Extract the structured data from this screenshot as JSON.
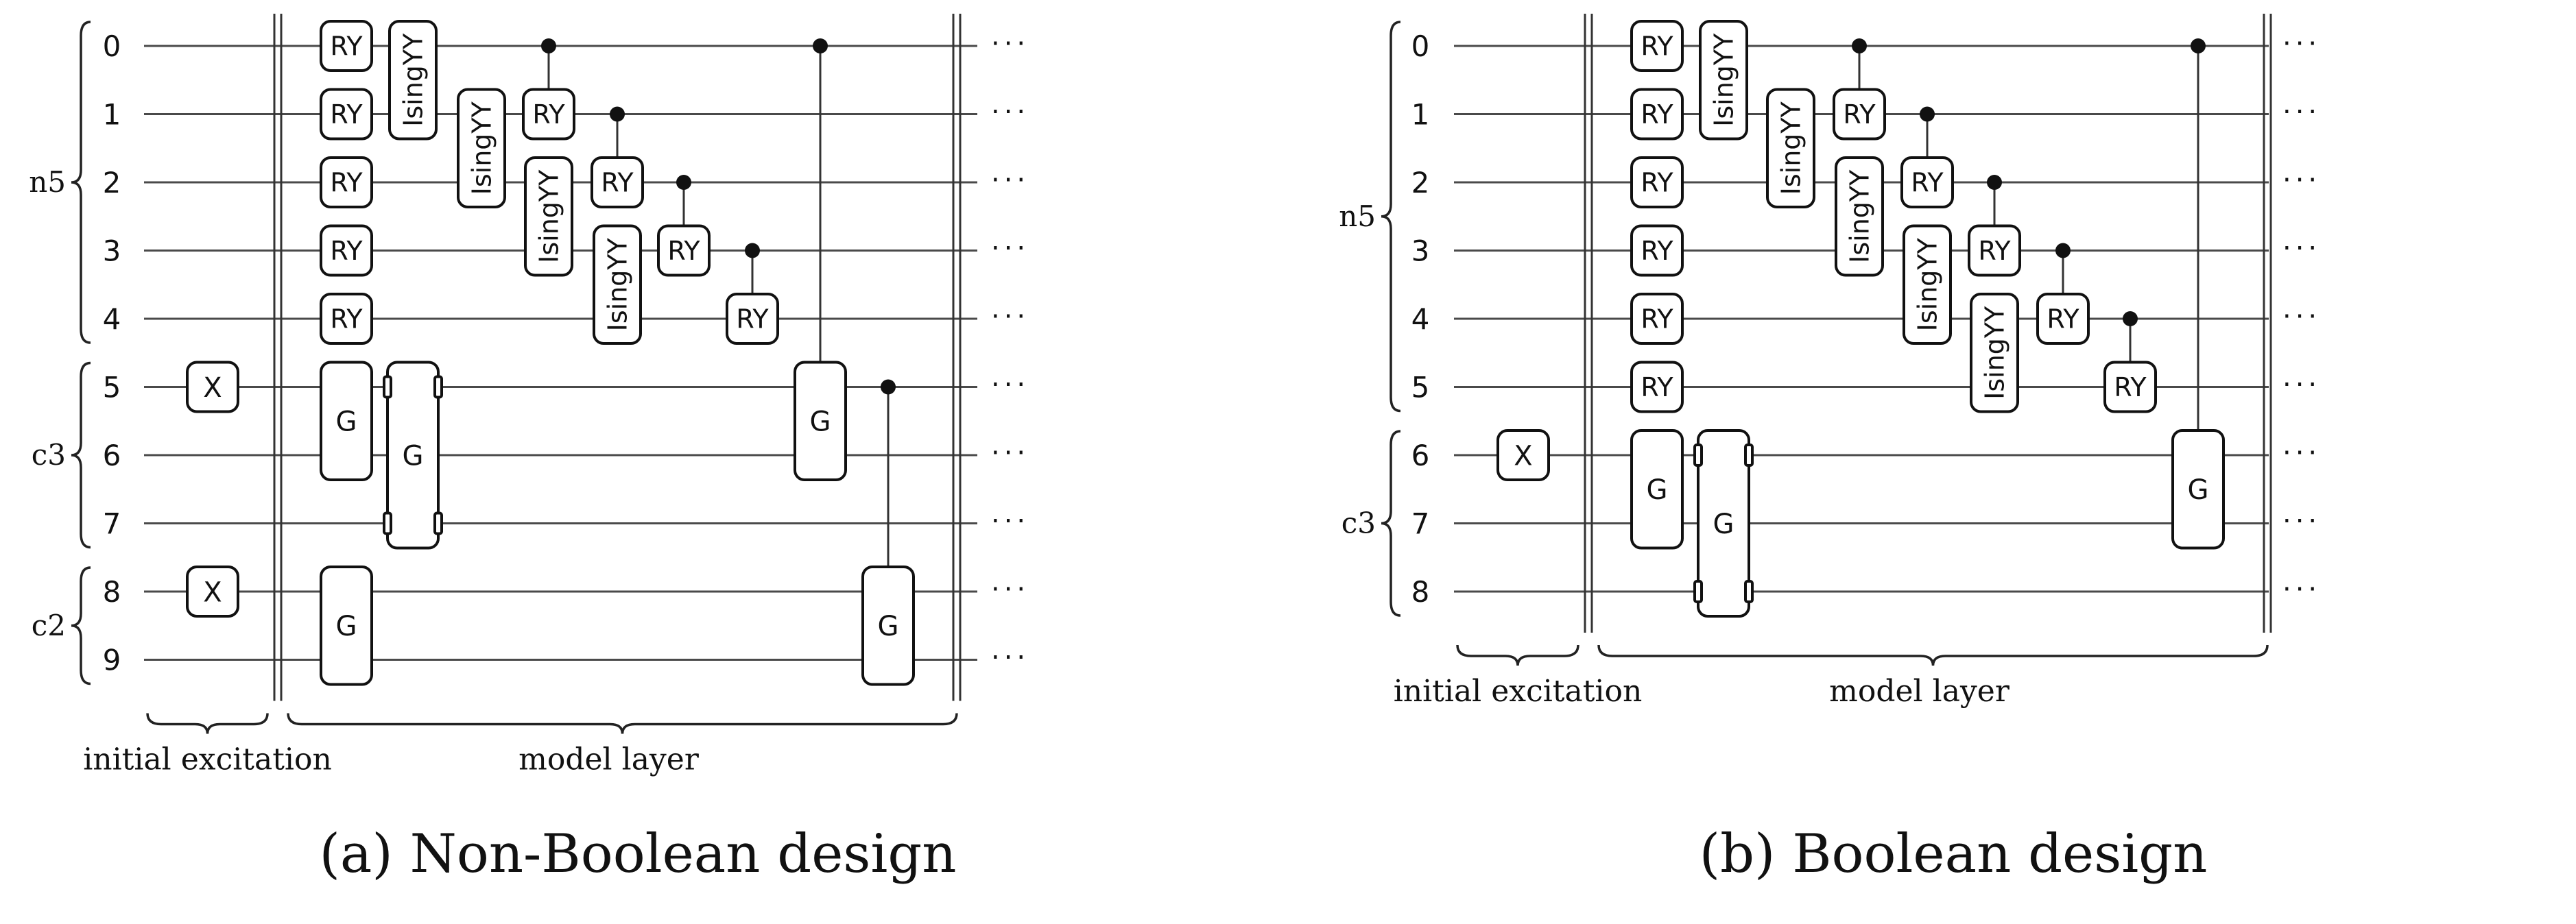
{
  "panels": [
    {
      "id": "a",
      "caption": "(a) Non-Boolean design",
      "wires": [
        "0",
        "1",
        "2",
        "3",
        "4",
        "5",
        "6",
        "7",
        "8",
        "9"
      ],
      "registers": [
        {
          "label": "n5",
          "from": 0,
          "to": 4
        },
        {
          "label": "c3",
          "from": 5,
          "to": 7
        },
        {
          "label": "c2",
          "from": 8,
          "to": 9
        }
      ],
      "init_gates": [
        {
          "label": "X",
          "wire": 5
        },
        {
          "label": "X",
          "wire": 8
        }
      ],
      "gates": [
        {
          "label": "RY",
          "col": 0,
          "from": 0,
          "to": 0
        },
        {
          "label": "RY",
          "col": 0,
          "from": 1,
          "to": 1
        },
        {
          "label": "RY",
          "col": 0,
          "from": 2,
          "to": 2
        },
        {
          "label": "RY",
          "col": 0,
          "from": 3,
          "to": 3
        },
        {
          "label": "RY",
          "col": 0,
          "from": 4,
          "to": 4
        },
        {
          "label": "G",
          "col": 0,
          "from": 5,
          "to": 6
        },
        {
          "label": "G",
          "col": 0,
          "from": 8,
          "to": 9
        },
        {
          "label": "IsingYY",
          "col": 1,
          "from": 0,
          "to": 1,
          "rotated": true
        },
        {
          "label": "G",
          "col": 1,
          "from": 5,
          "to": 7,
          "side_ports": [
            5,
            7
          ]
        },
        {
          "label": "IsingYY",
          "col": 2,
          "from": 1,
          "to": 2,
          "rotated": true
        },
        {
          "label": "IsingYY",
          "col": 3,
          "from": 2,
          "to": 3,
          "rotated": true
        },
        {
          "label": "RY",
          "col": 3,
          "from": 1,
          "to": 1,
          "control": 0,
          "offset": 1
        },
        {
          "label": "IsingYY",
          "col": 4,
          "from": 3,
          "to": 4,
          "rotated": true
        },
        {
          "label": "RY",
          "col": 4,
          "from": 2,
          "to": 2,
          "control": 1,
          "offset": 1
        },
        {
          "label": "RY",
          "col": 5,
          "from": 3,
          "to": 3,
          "control": 2,
          "offset": 1
        },
        {
          "label": "RY",
          "col": 6,
          "from": 4,
          "to": 4,
          "control": 3,
          "offset": 1
        },
        {
          "label": "G",
          "col": 7,
          "from": 5,
          "to": 6,
          "control": 0
        },
        {
          "label": "G",
          "col": 8,
          "from": 8,
          "to": 9,
          "control": 5
        }
      ],
      "section_labels": {
        "init": "initial excitation",
        "model": "model layer"
      },
      "continuation": "···"
    },
    {
      "id": "b",
      "caption": "(b) Boolean design",
      "wires": [
        "0",
        "1",
        "2",
        "3",
        "4",
        "5",
        "6",
        "7",
        "8"
      ],
      "registers": [
        {
          "label": "n5",
          "from": 0,
          "to": 5
        },
        {
          "label": "c3",
          "from": 6,
          "to": 8
        }
      ],
      "init_gates": [
        {
          "label": "X",
          "wire": 6
        }
      ],
      "gates": [
        {
          "label": "RY",
          "col": 0,
          "from": 0,
          "to": 0
        },
        {
          "label": "RY",
          "col": 0,
          "from": 1,
          "to": 1
        },
        {
          "label": "RY",
          "col": 0,
          "from": 2,
          "to": 2
        },
        {
          "label": "RY",
          "col": 0,
          "from": 3,
          "to": 3
        },
        {
          "label": "RY",
          "col": 0,
          "from": 4,
          "to": 4
        },
        {
          "label": "RY",
          "col": 0,
          "from": 5,
          "to": 5
        },
        {
          "label": "G",
          "col": 0,
          "from": 6,
          "to": 7
        },
        {
          "label": "IsingYY",
          "col": 1,
          "from": 0,
          "to": 1,
          "rotated": true
        },
        {
          "label": "G",
          "col": 1,
          "from": 6,
          "to": 8,
          "side_ports": [
            6,
            8
          ]
        },
        {
          "label": "IsingYY",
          "col": 2,
          "from": 1,
          "to": 2,
          "rotated": true
        },
        {
          "label": "IsingYY",
          "col": 3,
          "from": 2,
          "to": 3,
          "rotated": true
        },
        {
          "label": "RY",
          "col": 3,
          "from": 1,
          "to": 1,
          "control": 0,
          "offset": 1
        },
        {
          "label": "IsingYY",
          "col": 4,
          "from": 3,
          "to": 4,
          "rotated": true
        },
        {
          "label": "RY",
          "col": 4,
          "from": 2,
          "to": 2,
          "control": 1,
          "offset": 1
        },
        {
          "label": "IsingYY",
          "col": 5,
          "from": 4,
          "to": 5,
          "rotated": true
        },
        {
          "label": "RY",
          "col": 5,
          "from": 3,
          "to": 3,
          "control": 2,
          "offset": 1
        },
        {
          "label": "RY",
          "col": 6,
          "from": 4,
          "to": 4,
          "control": 3,
          "offset": 1
        },
        {
          "label": "RY",
          "col": 7,
          "from": 5,
          "to": 5,
          "control": 4,
          "offset": 1
        },
        {
          "label": "G",
          "col": 8,
          "from": 6,
          "to": 7,
          "control": 0
        }
      ],
      "section_labels": {
        "init": "initial excitation",
        "model": "model layer"
      },
      "continuation": "···"
    }
  ]
}
